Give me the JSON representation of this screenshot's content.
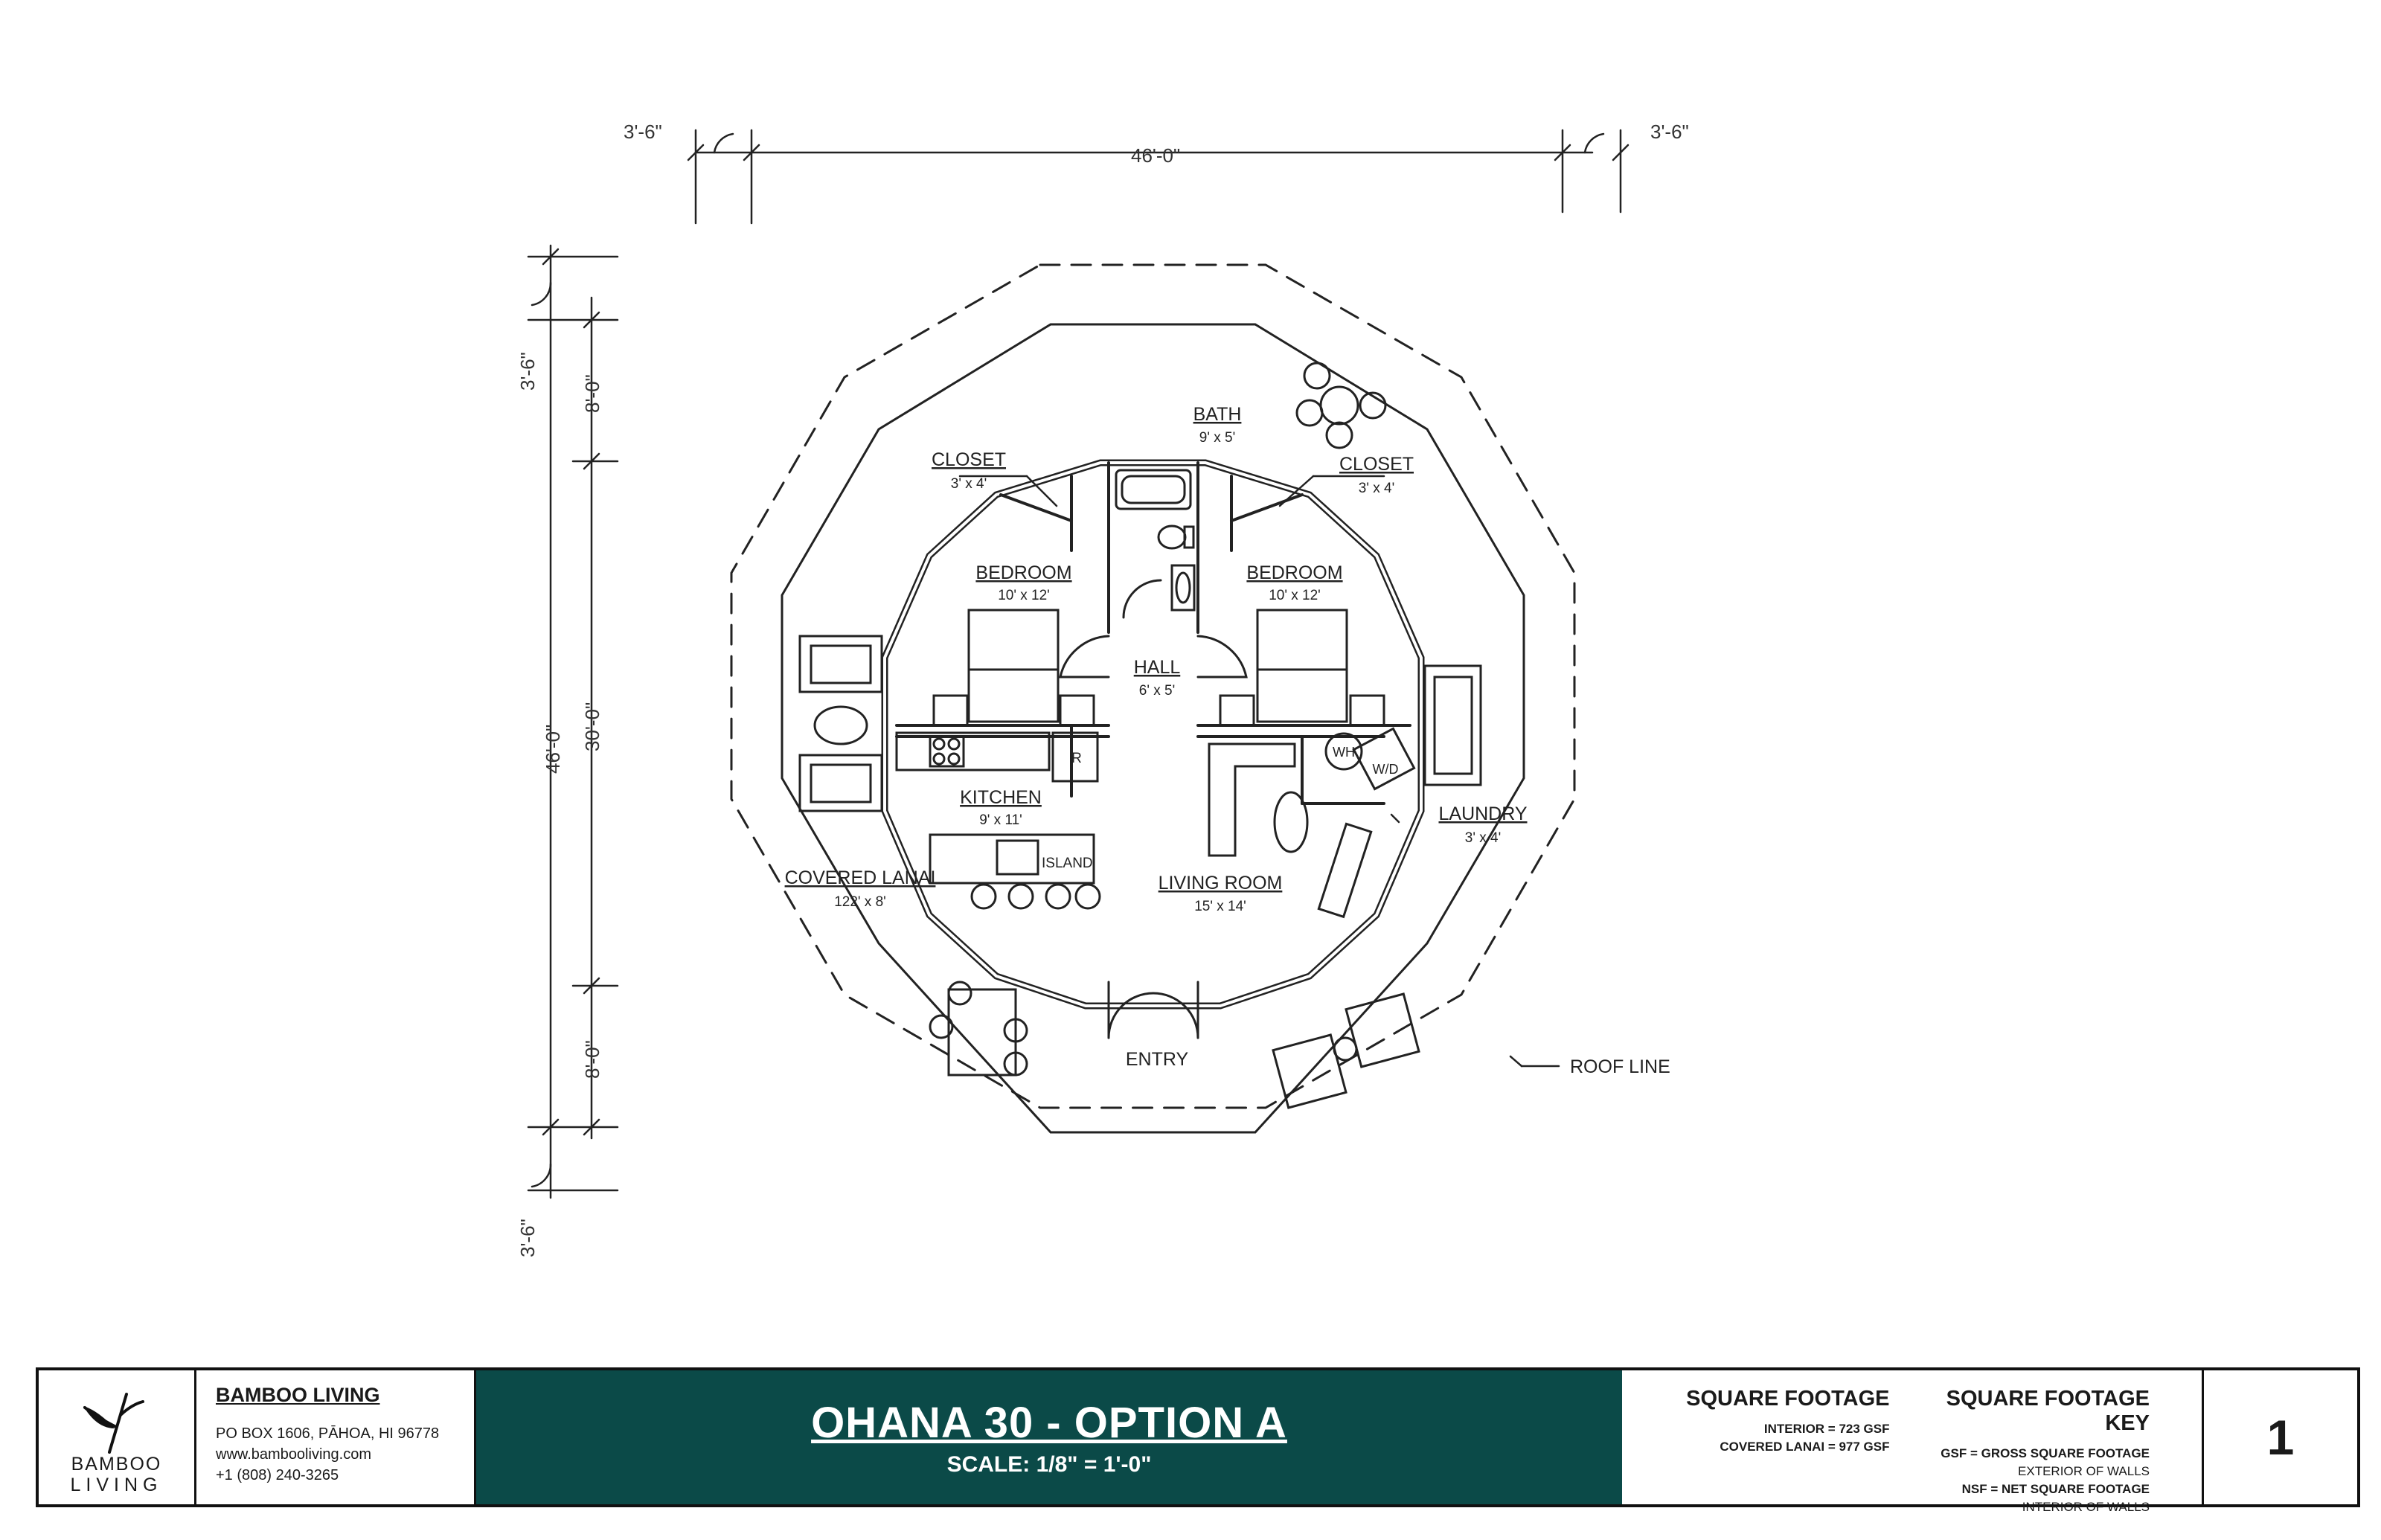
{
  "plan": {
    "dims": {
      "top_left_overhang": "3'-6\"",
      "top_overall": "46'-0\"",
      "top_right_overhang": "3'-6\"",
      "left_top_overhang": "3'-6\"",
      "left_top_lanai": "8'-0\"",
      "left_overall": "46'-0\"",
      "left_interior": "30'-0\"",
      "left_bottom_lanai": "8'-0\"",
      "left_bottom_overhang": "3'-6\""
    },
    "rooms": {
      "bath": {
        "name": "BATH",
        "size": "9' x 5'"
      },
      "closet_left": {
        "name": "CLOSET",
        "size": "3' x 4'"
      },
      "closet_right": {
        "name": "CLOSET",
        "size": "3' x 4'"
      },
      "bedroom_left": {
        "name": "BEDROOM",
        "size": "10' x 12'"
      },
      "bedroom_right": {
        "name": "BEDROOM",
        "size": "10' x 12'"
      },
      "hall": {
        "name": "HALL",
        "size": "6' x 5'"
      },
      "kitchen": {
        "name": "KITCHEN",
        "size": "9' x 11'"
      },
      "laundry": {
        "name": "LAUNDRY",
        "size": "3' x 4'"
      },
      "covered_lanai": {
        "name": "COVERED LANAI",
        "size": "122' x 8'"
      },
      "living_room": {
        "name": "LIVING ROOM",
        "size": "15' x 14'"
      }
    },
    "labels": {
      "entry": "ENTRY",
      "roof_line": "ROOF LINE",
      "island": "ISLAND",
      "fridge": "R",
      "water_heater": "WH",
      "washer_dryer": "W/D"
    }
  },
  "title_block": {
    "logo": {
      "word1": "BAMBOO",
      "word2": "LIVING"
    },
    "company": {
      "name": "BAMBOO LIVING",
      "address": "PO BOX 1606, PĀHOA, HI 96778",
      "website": "www.bambooliving.com",
      "phone": "+1 (808) 240-3265"
    },
    "title": "OHANA 30 - OPTION A",
    "scale": "SCALE: 1/8\" = 1'-0\"",
    "square_footage": {
      "heading": "SQUARE FOOTAGE",
      "interior": "INTERIOR = 723 GSF",
      "covered_lanai": "COVERED LANAI = 977 GSF"
    },
    "key": {
      "heading": "SQUARE FOOTAGE KEY",
      "gsf": "GSF = GROSS SQUARE FOOTAGE",
      "gsf_desc": "EXTERIOR OF WALLS",
      "nsf": "NSF = NET SQUARE FOOTAGE",
      "nsf_desc": "INTERIOR OF WALLS"
    },
    "sheet_number": "1"
  },
  "colors": {
    "accent": "#0b4a48",
    "line": "#222222"
  }
}
